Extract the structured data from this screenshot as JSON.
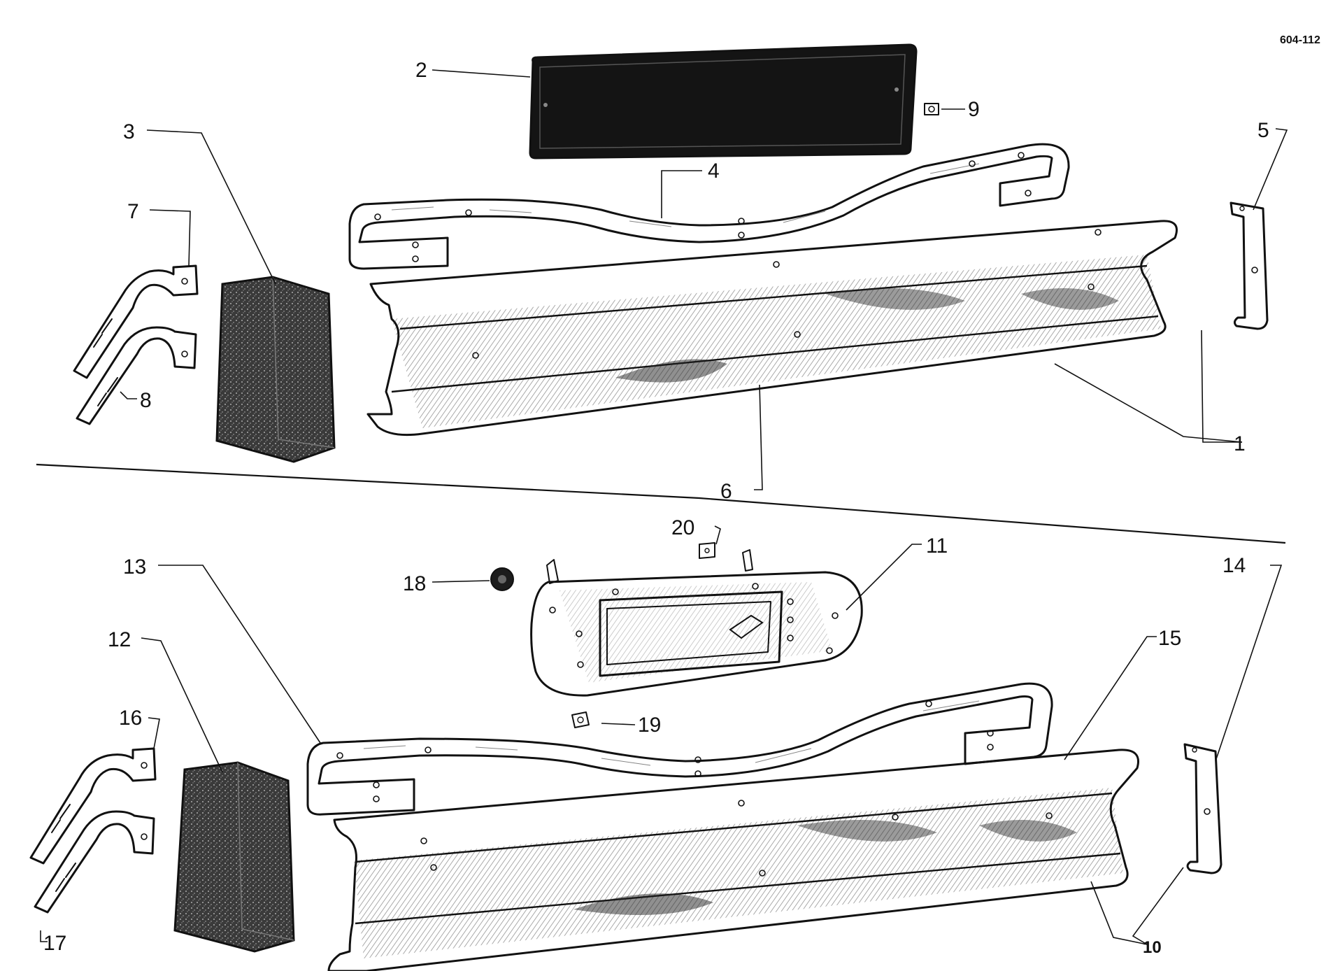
{
  "drawing_code": "604-112",
  "callouts": [
    {
      "id": "1",
      "text": "1"
    },
    {
      "id": "2",
      "text": "2"
    },
    {
      "id": "3",
      "text": "3"
    },
    {
      "id": "4",
      "text": "4"
    },
    {
      "id": "5",
      "text": "5"
    },
    {
      "id": "6",
      "text": "6"
    },
    {
      "id": "7",
      "text": "7"
    },
    {
      "id": "8",
      "text": "8"
    },
    {
      "id": "9",
      "text": "9"
    },
    {
      "id": "10",
      "text": "10"
    },
    {
      "id": "11",
      "text": "11"
    },
    {
      "id": "12",
      "text": "12"
    },
    {
      "id": "13",
      "text": "13"
    },
    {
      "id": "14",
      "text": "14"
    },
    {
      "id": "15",
      "text": "15"
    },
    {
      "id": "16",
      "text": "16"
    },
    {
      "id": "17",
      "text": "17"
    },
    {
      "id": "18",
      "text": "18"
    },
    {
      "id": "19",
      "text": "19"
    },
    {
      "id": "20",
      "text": "20"
    }
  ],
  "colors": {
    "ink": "#111111",
    "paper": "#ffffff",
    "plate": "#141414",
    "foam": "#2a2a2a"
  }
}
